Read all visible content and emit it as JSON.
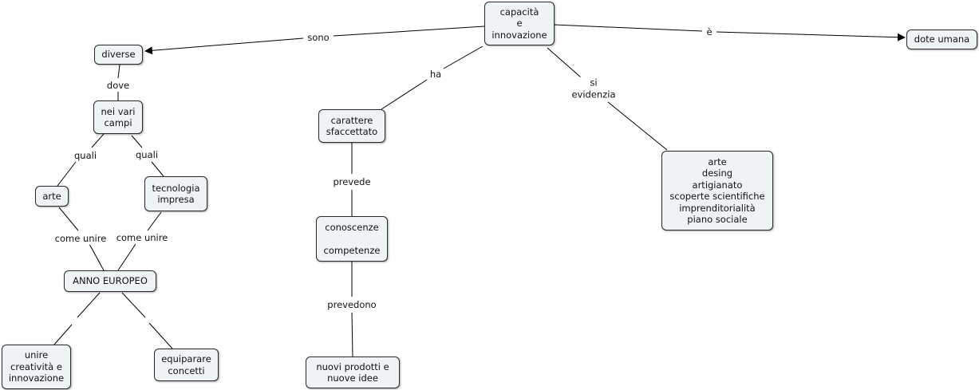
{
  "nodes": {
    "capacita": "capacità\ne\ninnovazione",
    "diverse": "diverse",
    "dote_umana": "dote umana",
    "nei_vari_campi": "nei vari\ncampi",
    "arte": "arte",
    "tecnologia": "tecnologia\nimpresa",
    "anno_europeo": "ANNO EUROPEO",
    "unire": "unire\ncreatività e\ninnovazione",
    "equiparare": "equiparare\nconcetti",
    "carattere": "carattere\nsfaccettato",
    "conoscenze": "conoscenze\n\ncompetenze",
    "nuovi_prodotti": "nuovi prodotti e\nnuove idee",
    "arte_list": "arte\ndesing\nartigianato\nscoperte scientifiche\nimprenditorialità\npiano sociale"
  },
  "links": {
    "sono": "sono",
    "e_accent": "è",
    "ha": "ha",
    "si_evidenzia": "si\nevidenzia",
    "dove": "dove",
    "quali_left": "quali",
    "quali_right": "quali",
    "come_unire_left": "come unire",
    "come_unire_right": "come unire",
    "prevede": "prevede",
    "prevedono": "prevedono"
  }
}
